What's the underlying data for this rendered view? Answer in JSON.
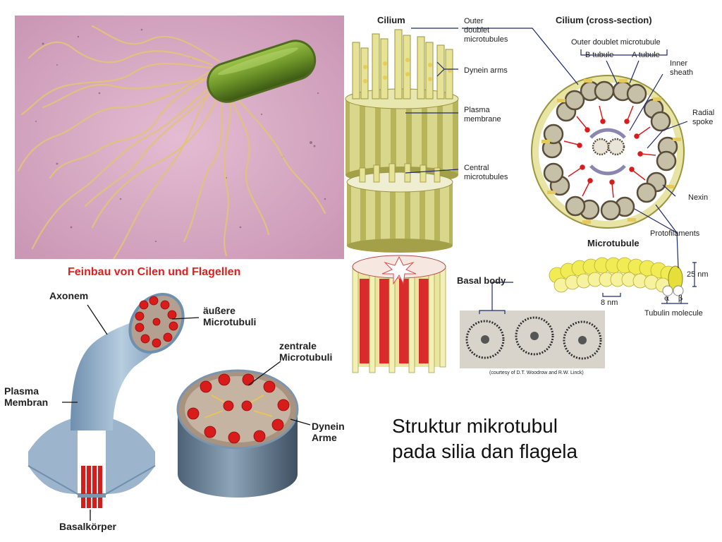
{
  "bacterium_photo": {
    "description_hidden": ""
  },
  "cilium_diagram": {
    "title_left": "Cilium",
    "title_right": "Cilium (cross-section)",
    "outer_doublet": "Outer\ndoublet\nmicrotubules",
    "dynein_arms": "Dynein arms",
    "plasma_membrane": "Plasma\nmembrane",
    "central_microtubules": "Central\nmicrotubules",
    "outer_doublet_microtubule": "Outer doublet microtubule",
    "b_tubule": "B tubule",
    "a_tubule": "A tubule",
    "inner_sheath": "Inner\nsheath",
    "radial_spoke": "Radial\nspoke",
    "nexin": "Nexin",
    "protofilaments": "Protofilaments",
    "microtubule": "Microtubule",
    "dim_25nm": "25 nm",
    "dim_8nm": "8 nm",
    "alpha": "α",
    "beta": "β",
    "tubulin_molecule": "Tubulin molecule",
    "basal_body": "Basal body",
    "courtesy": "(courtesy of D.T. Woodrow and R.W. Linck)"
  },
  "german_diagram": {
    "title": "Feinbau von Cilen und Flagellen",
    "axonem": "Axonem",
    "aeussere": "äußere\nMicrotubuli",
    "zentrale": "zentrale\nMicrotubuli",
    "plasma": "Plasma\nMembran",
    "dynein": "Dynein\nArme",
    "basalkoerper": "Basalkörper"
  },
  "caption": {
    "line1": "Struktur mikrotubul",
    "line2": "pada silia dan flagela"
  },
  "colors": {
    "title_red": "#e01f1f",
    "photo_bg": "#d8a9c4",
    "cell_green": "#6e9a2a",
    "flagella": "#e8cf8a",
    "cilium_yellow": "#d9d98a",
    "axonem_blue": "#9cb8d0",
    "microtubule_red": "#d81c1c"
  }
}
